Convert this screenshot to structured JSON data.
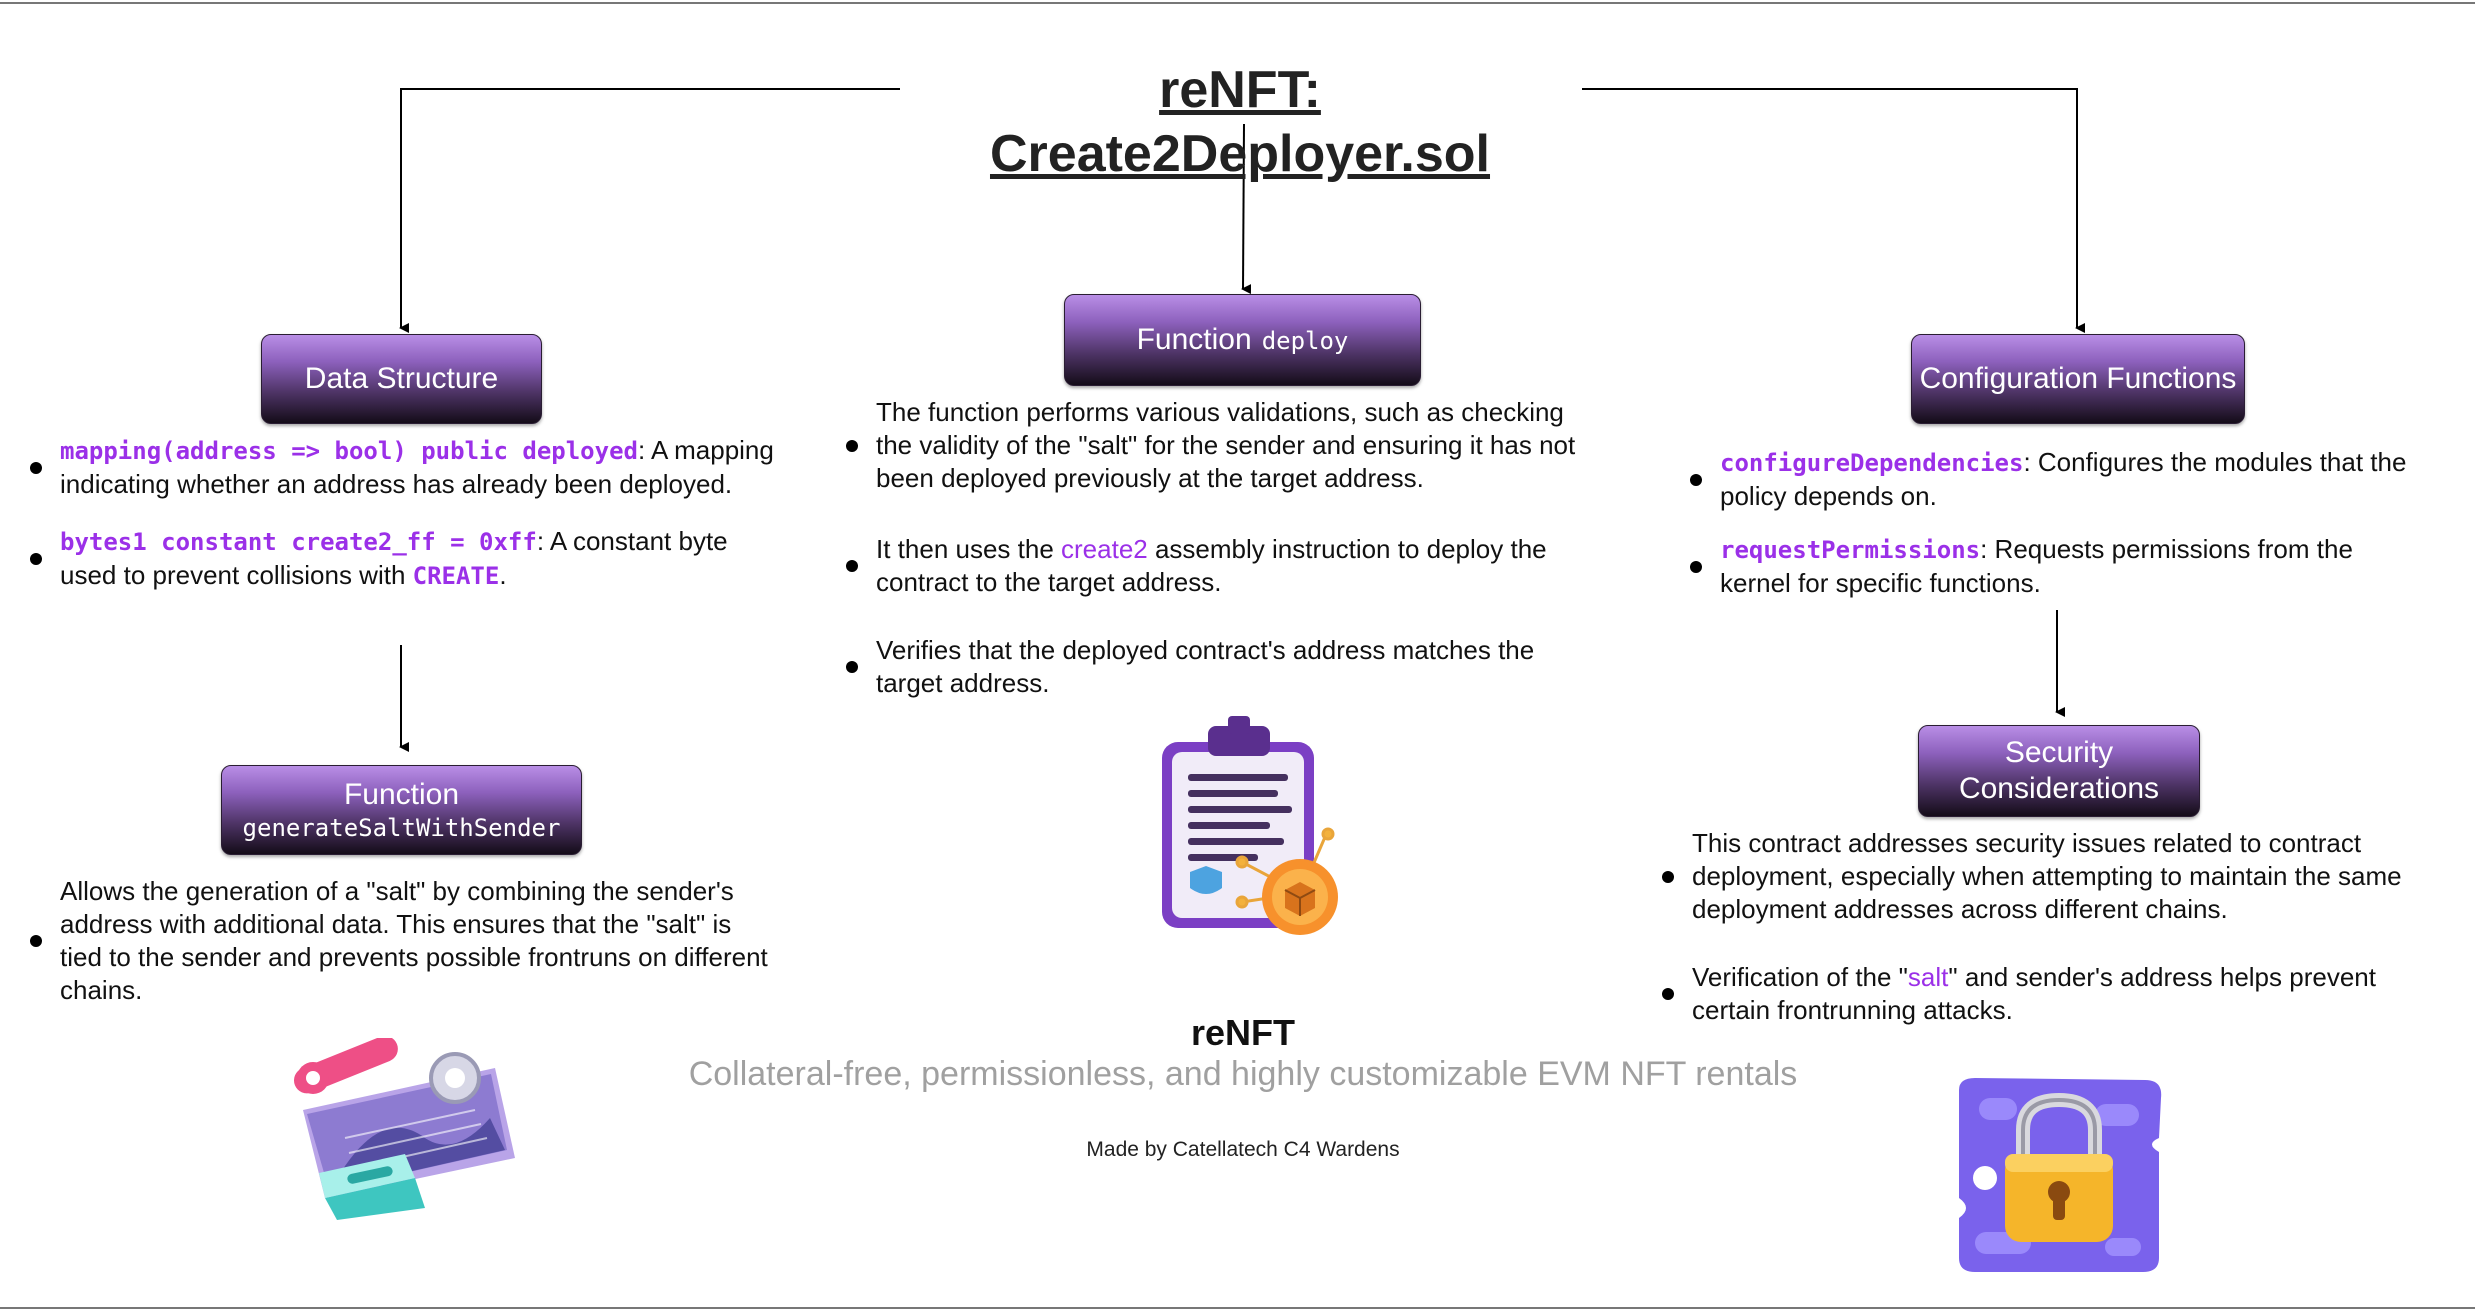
{
  "title": "reNFT: Create2Deployer.sol",
  "data_structure": {
    "heading": "Data Structure",
    "items": [
      {
        "code": "mapping(address => bool) public deployed",
        "text": ": A mapping indicating whether an address has already been deployed."
      },
      {
        "code": "bytes1 constant create2_ff = 0xff",
        "text": ": A constant byte used to prevent collisions with ",
        "code2": "CREATE",
        "tail": "."
      }
    ]
  },
  "salt_function": {
    "heading": "Function",
    "code": "generateSaltWithSender",
    "items": [
      {
        "text": "Allows the generation of a \"salt\" by combining the sender's address with additional data. This ensures that the \"salt\" is tied to the sender and prevents possible frontruns on different chains."
      }
    ]
  },
  "deploy_function": {
    "heading": "Function",
    "code": "deploy",
    "items": [
      {
        "text": "The function performs various validations, such as checking the validity of the \"salt\" for the sender and ensuring it has not been deployed previously at the target address."
      },
      {
        "pre": "It then uses the ",
        "highlight": "create2",
        "post": " assembly instruction to deploy the contract to the target address."
      },
      {
        "text": "Verifies that the deployed contract's address matches the target address."
      }
    ]
  },
  "config_functions": {
    "heading": "Configuration Functions",
    "items": [
      {
        "code": "configureDependencies",
        "text": ": Configures the modules that the policy depends on."
      },
      {
        "code": "requestPermissions",
        "text": ": Requests permissions from the kernel for specific functions."
      }
    ]
  },
  "security": {
    "heading_line1": "Security",
    "heading_line2": "Considerations",
    "items": [
      {
        "text": "This contract addresses security issues related to contract deployment, especially when attempting to maintain the same deployment addresses across different chains."
      },
      {
        "pre": "Verification of the \"",
        "highlight": "salt",
        "post": "\" and sender's address helps prevent certain frontrunning attacks."
      }
    ]
  },
  "footer": {
    "brand": "reNFT",
    "tagline": "Collateral-free, permissionless, and highly customizable EVM NFT rentals",
    "credit": "Made by Catellatech C4 Wardens"
  },
  "icons": [
    "clipboard-contract-icon",
    "settings-tools-icon",
    "padlock-icon"
  ],
  "colors": {
    "accent": "#9b30e8",
    "box_top": "#b98ee6",
    "box_bottom": "#140c18"
  }
}
